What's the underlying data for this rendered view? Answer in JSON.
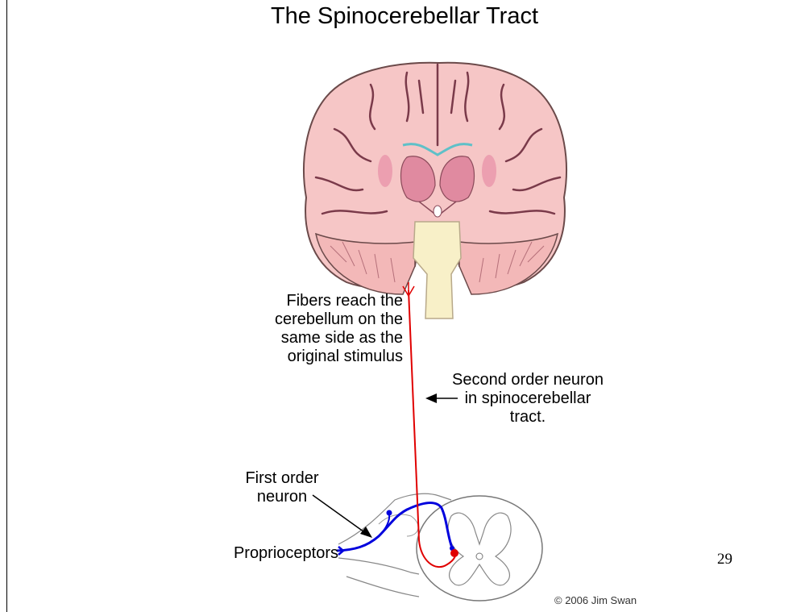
{
  "title": "The Spinocerebellar Tract",
  "labels": {
    "fibers": [
      "Fibers reach the",
      "cerebellum on the",
      "same side as the",
      "original stimulus"
    ],
    "second_order": [
      "Second order neuron",
      "in spinocerebellar",
      "tract."
    ],
    "first_order": [
      "First order",
      "neuron"
    ],
    "proprioceptors": "Proprioceptors"
  },
  "page_number": "29",
  "copyright": "© 2006 Jim Swan",
  "colors": {
    "brain_fill": "#f6c6c6",
    "brain_outline": "#6b4a4a",
    "deep_nuclei": "#e08aa0",
    "brainstem": "#f8f0c8",
    "second_order_neuron": "#e00000",
    "first_order_neuron": "#0000dd"
  }
}
